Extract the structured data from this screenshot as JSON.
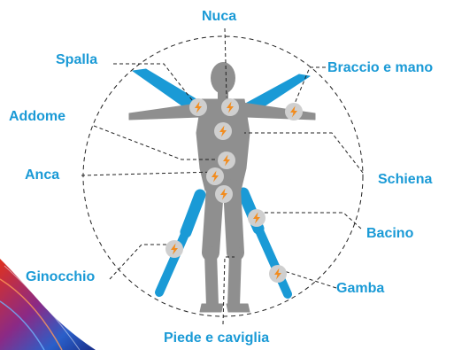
{
  "diagram": {
    "label_color": "#1a9ad6",
    "body_color": "#8f8f8f",
    "overlay_color": "#1a9ad6",
    "marker_fill": "#cfcfcf",
    "bolt_color": "#f28c1e",
    "labels": {
      "nuca": "Nuca",
      "spalla": "Spalla",
      "braccio_mano": "Braccio e mano",
      "addome": "Addome",
      "schiena": "Schiena",
      "anca": "Anca",
      "bacino": "Bacino",
      "ginocchio": "Ginocchio",
      "gamba": "Gamba",
      "piede_caviglia": "Piede e caviglia"
    },
    "icons": {
      "marker": "lightning-bolt-icon"
    }
  }
}
